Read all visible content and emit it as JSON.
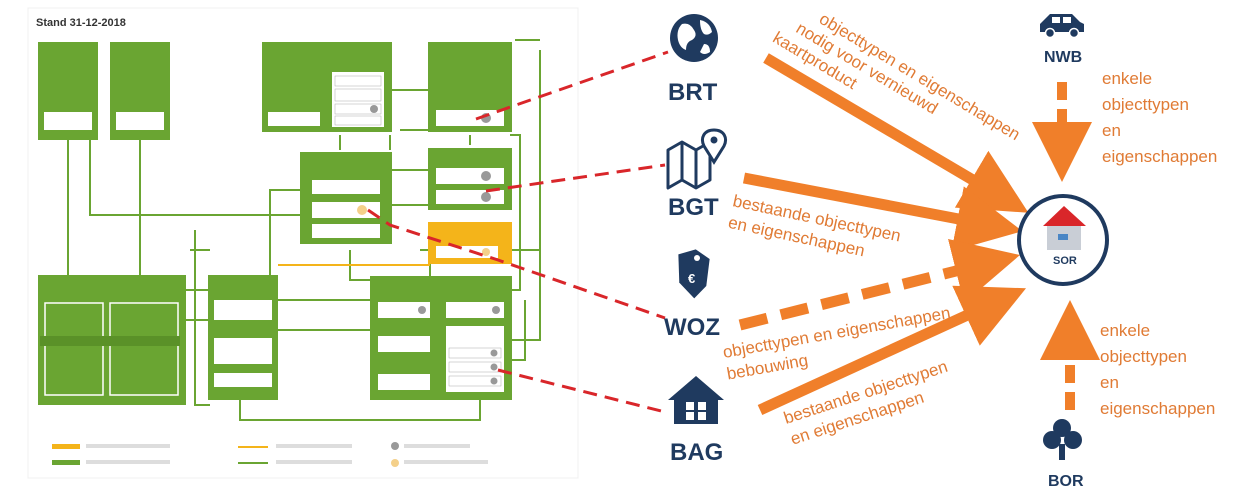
{
  "left_diagram": {
    "title": "Stand 31-12-2018"
  },
  "sources": {
    "brt": {
      "label": "BRT",
      "icon": "globe-icon"
    },
    "bgt": {
      "label": "BGT",
      "icon": "map-pin-icon"
    },
    "woz": {
      "label": "WOZ",
      "icon": "price-tag-icon"
    },
    "bag": {
      "label": "BAG",
      "icon": "house-icon"
    },
    "nwb": {
      "label": "NWB",
      "icon": "car-icon"
    },
    "bor": {
      "label": "BOR",
      "icon": "tree-icon"
    }
  },
  "target": {
    "label": "SOR",
    "icon": "building-icon"
  },
  "annotations": {
    "brt_line1": "objecttypen en eigenschappen",
    "brt_line2": "nodig voor vernieuwd",
    "brt_line3": "kaartproduct",
    "bgt_line1": "bestaande objecttypen",
    "bgt_line2": "en eigenschappen",
    "woz_line1": "objecttypen  en eigenschappen",
    "woz_line2": "bebouwing",
    "bag_line1": "bestaande objecttypen",
    "bag_line2": "en eigenschappen",
    "nwb_line1": "enkele",
    "nwb_line2": "objecttypen",
    "nwb_line3": "en",
    "nwb_line4": "eigenschappen",
    "bor_line1": "enkele",
    "bor_line2": "objecttypen",
    "bor_line3": "en",
    "bor_line4": "eigenschappen"
  },
  "colors": {
    "orange": "#f07f2a",
    "orange_text": "#e07b35",
    "navy": "#1f3a5f",
    "green": "#6aa532",
    "red_dashed": "#d9262a",
    "yellow": "#f4b41a"
  }
}
